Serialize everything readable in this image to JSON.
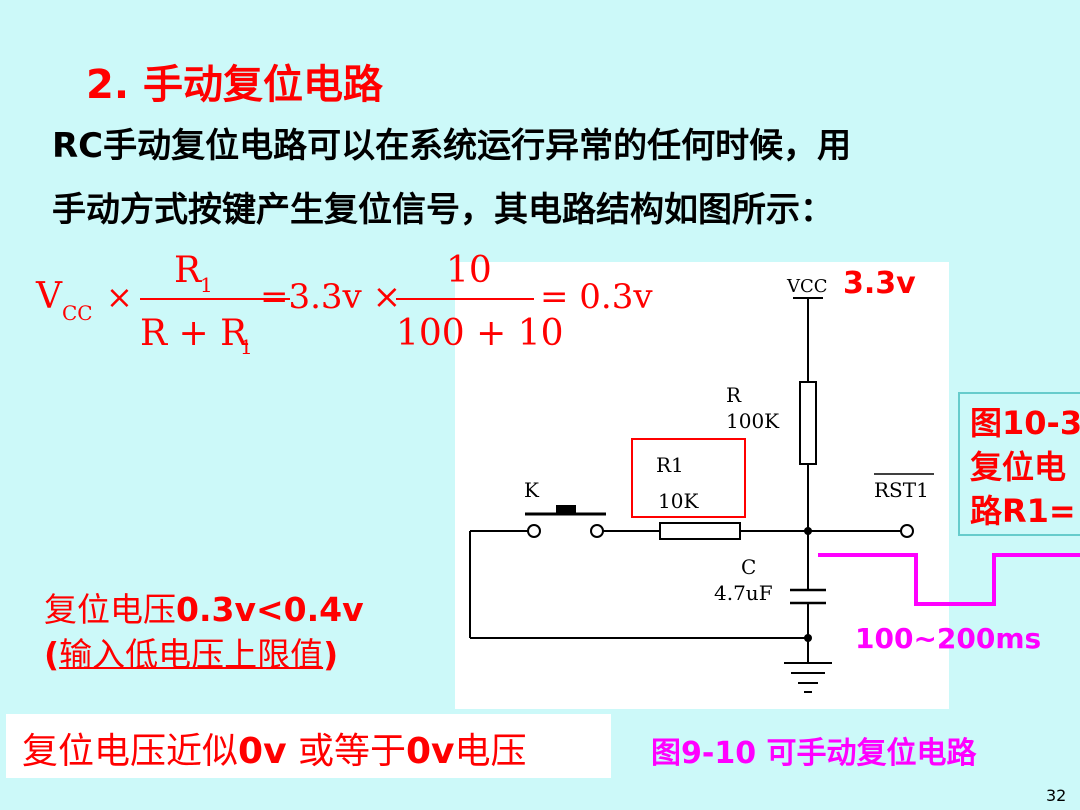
{
  "heading": "2. 手动复位电路",
  "body": {
    "line1": "RC手动复位电路可以在系统运行异常的任何时候，用",
    "line2": "手动方式按键产生复位信号，其电路结构如图所示："
  },
  "formula": {
    "vcc": "V",
    "vcc_sub": "CC",
    "times": "×",
    "frac1_num": "R",
    "frac1_num_sub": "1",
    "frac1_den_a": "R + R",
    "frac1_den_sub": "1",
    "mid": "=3.3v ×",
    "frac2_num": "10",
    "frac2_den": "100 + 10",
    "result": "= 0.3v"
  },
  "circuit": {
    "vcc_label": "VCC",
    "vcc_value": "3.3v",
    "r_label": "R",
    "r_value": "100K",
    "r1_label": "R1",
    "r1_value": "10K",
    "k_label": "K",
    "rst_label": "RST1",
    "c_label": "C",
    "c_value": "4.7uF",
    "timing": "100~200ms"
  },
  "caption_box": {
    "line1": "图10-3",
    "line2": "复位电",
    "line3": "路R1="
  },
  "notes": {
    "note1_a": "复位电压",
    "note1_b": "0.3v<0.4v",
    "note2_open": "(",
    "note2_text": "输入低电压上限值",
    "note2_close": ")"
  },
  "bottom": {
    "a": "复位电压近似",
    "b": "0v",
    "c": " 或等于",
    "d": "0v",
    "e": "电压"
  },
  "figure_caption": "图9-10 可手动复位电路",
  "page_number": "32",
  "colors": {
    "background": "#ccf9f9",
    "red": "#ff0000",
    "magenta": "#ff00ff",
    "wire": "#000000"
  }
}
